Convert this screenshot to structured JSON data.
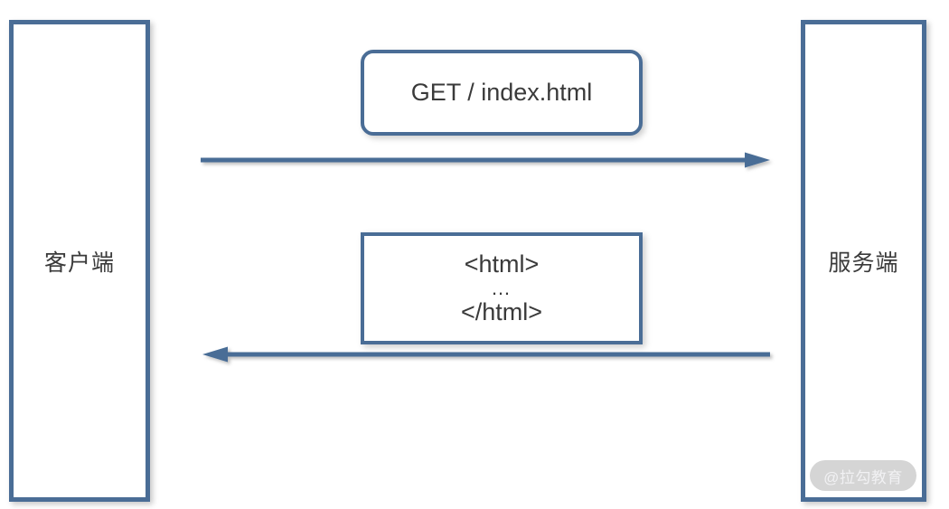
{
  "diagram": {
    "title": "HTTP request/response sequence",
    "background_color": "#ffffff",
    "accent_color": "#4a6d96",
    "text_color": "#3a3a3a",
    "participants": [
      {
        "id": "client",
        "label": "客户端"
      },
      {
        "id": "server",
        "label": "服务端"
      }
    ],
    "messages": [
      {
        "id": "request",
        "direction": "client-to-server",
        "shape": "rounded-rectangle",
        "lines": [
          "GET / index.html"
        ]
      },
      {
        "id": "response",
        "direction": "server-to-client",
        "shape": "rectangle",
        "lines": [
          "<html>",
          "…",
          "</html>"
        ]
      }
    ],
    "arrows": [
      {
        "id": "request-arrow",
        "direction": "right",
        "color": "#4a6d96"
      },
      {
        "id": "response-arrow",
        "direction": "left",
        "color": "#4a6d96"
      }
    ]
  },
  "watermark": {
    "text": "@拉勾教育",
    "background_color": "#d5d5d5",
    "text_color": "#f1f1f3"
  }
}
